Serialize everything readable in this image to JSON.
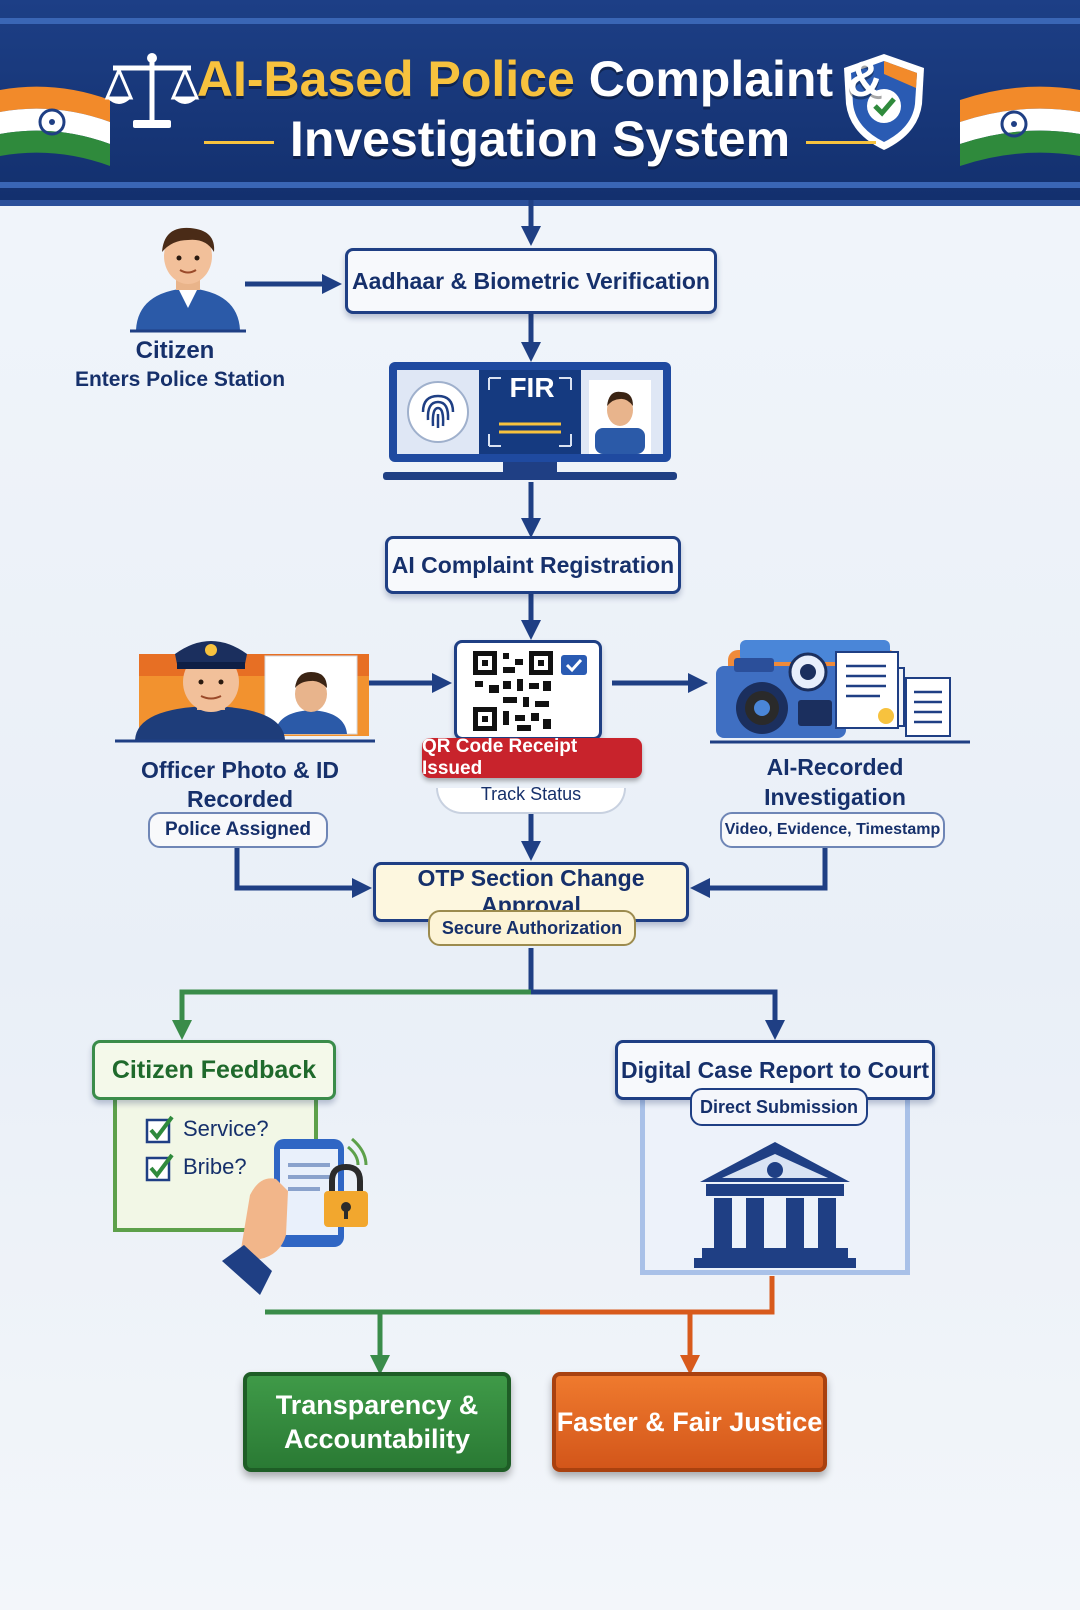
{
  "header": {
    "title_highlight": "AI-Based Police",
    "title_rest_line1": "Complaint &",
    "title_line2": "Investigation System"
  },
  "citizen": {
    "name": "Citizen",
    "caption": "Enters Police Station"
  },
  "verification": {
    "label": "Aadhaar & Biometric Verification"
  },
  "fir_monitor": {
    "screen_text": "FIR"
  },
  "registration": {
    "label": "AI Complaint Registration"
  },
  "officer": {
    "caption": "Officer Photo & ID Recorded",
    "tag": "Police Assigned"
  },
  "qr": {
    "badge": "QR Code Receipt Issued",
    "sub": "Track Status"
  },
  "investigation": {
    "caption": "AI-Recorded Investigation",
    "tag": "Video, Evidence, Timestamp"
  },
  "otp": {
    "label": "OTP Section Change Approval",
    "tag": "Secure Authorization"
  },
  "feedback": {
    "title": "Citizen Feedback",
    "items": [
      "Service?",
      "Bribe?"
    ]
  },
  "court": {
    "title": "Digital Case Report to Court",
    "tag": "Direct Submission"
  },
  "outcomes": {
    "left": "Transparency & Accountability",
    "right": "Faster & Fair Justice"
  },
  "colors": {
    "navy": "#1f3f84",
    "gold": "#f7c23e",
    "green": "#2f8a3c",
    "orange": "#e0631c",
    "red": "#c8232c"
  }
}
